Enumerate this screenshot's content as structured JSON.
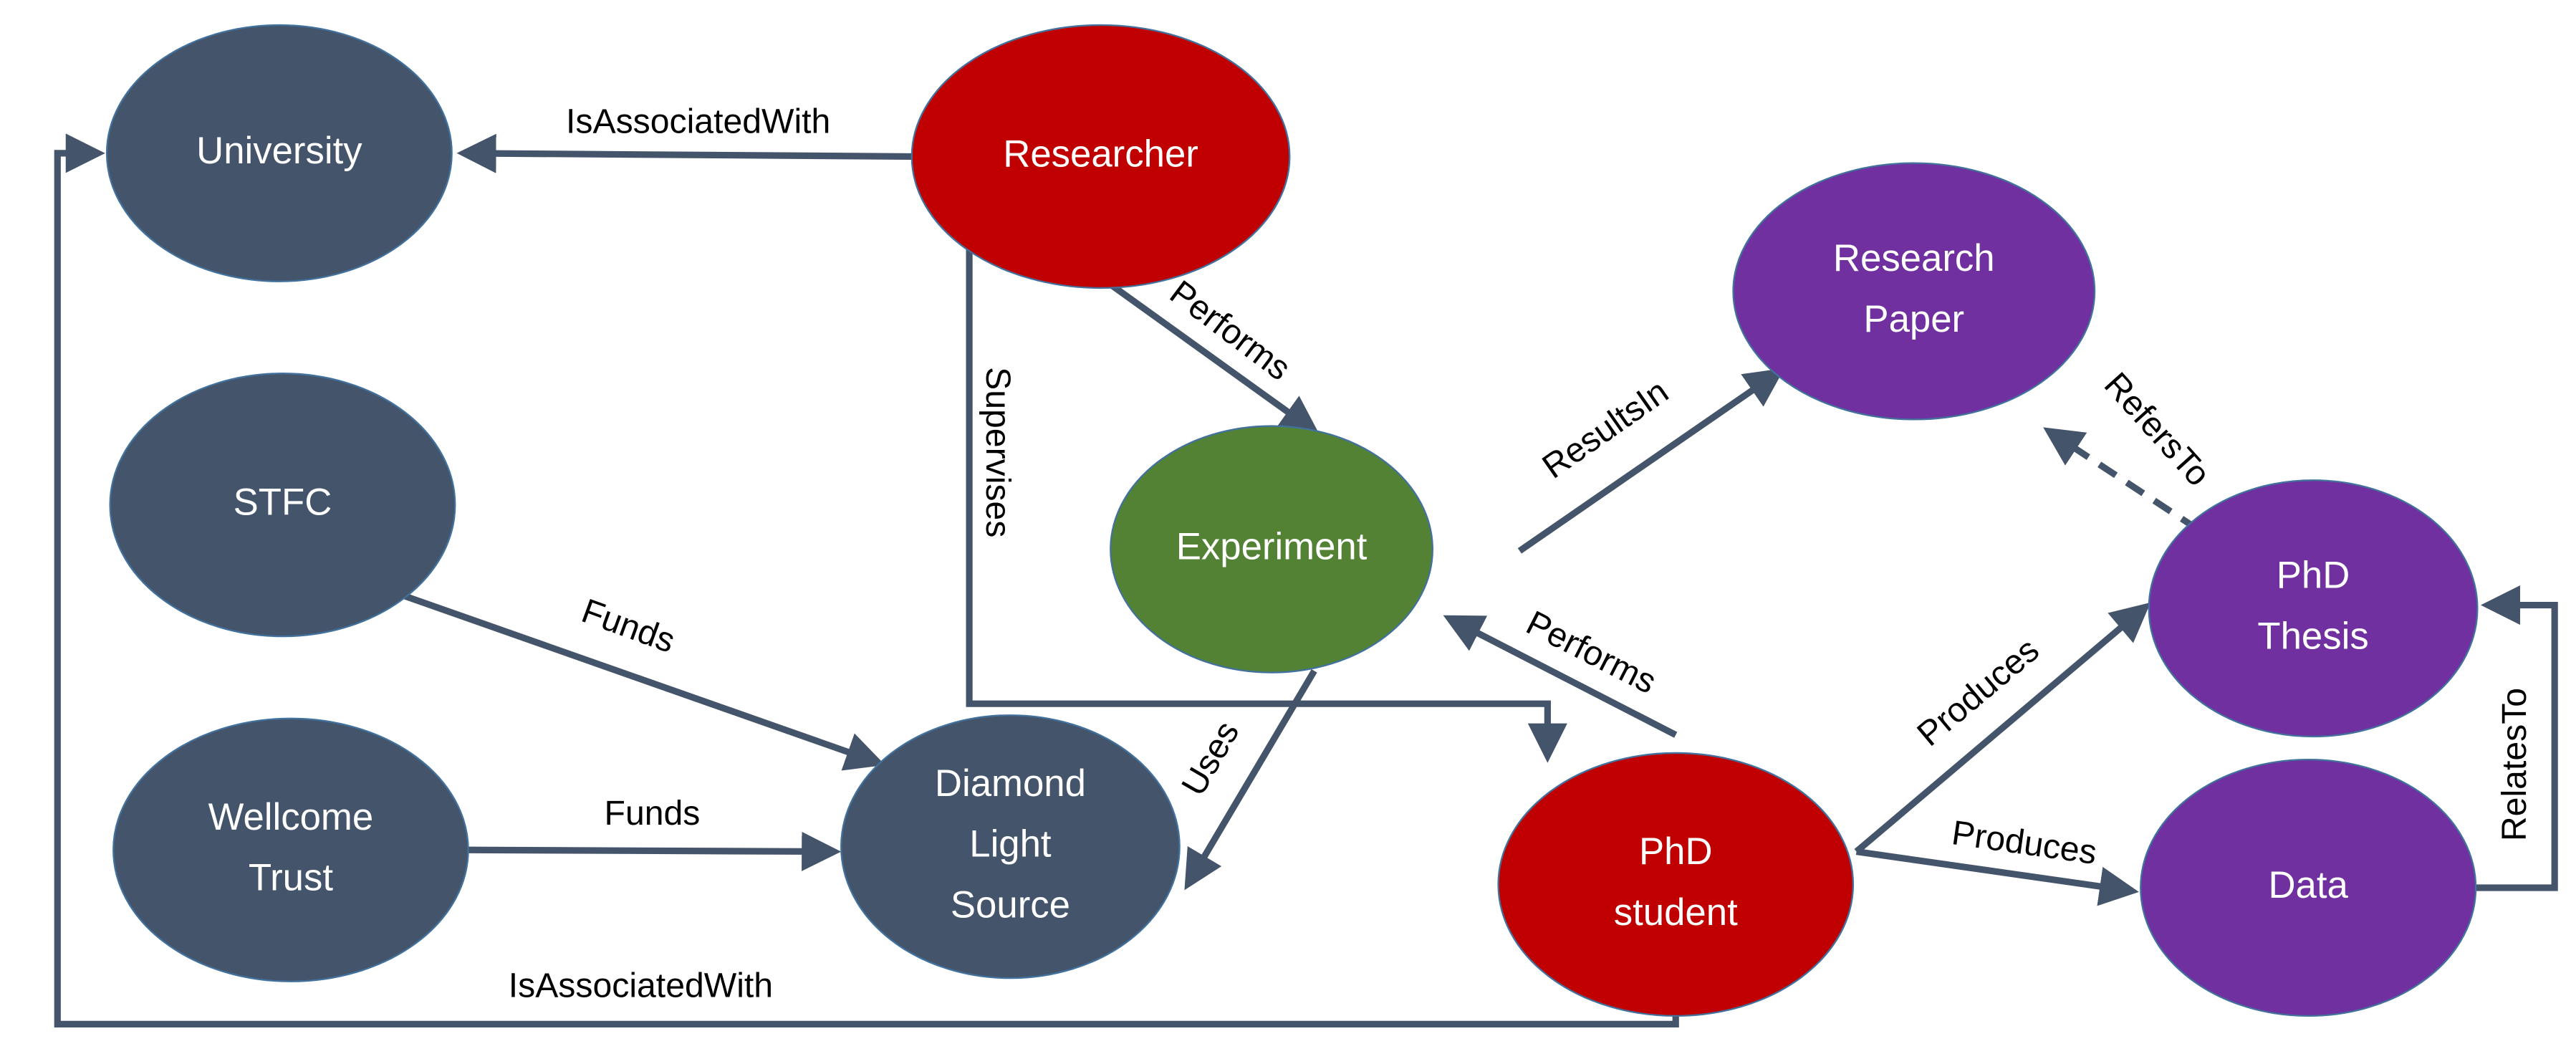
{
  "colors": {
    "org": "#44546A",
    "person": "#C00000",
    "activity": "#548235",
    "output": "#7030A0",
    "edge": "#44546A"
  },
  "nodes": {
    "university": {
      "lines": [
        "University"
      ]
    },
    "researcher": {
      "lines": [
        "Researcher"
      ]
    },
    "stfc": {
      "lines": [
        "STFC"
      ]
    },
    "wellcome": {
      "lines": [
        "Wellcome",
        "Trust"
      ]
    },
    "diamond": {
      "lines": [
        "Diamond",
        "Light",
        "Source"
      ]
    },
    "experiment": {
      "lines": [
        "Experiment"
      ]
    },
    "phd_student": {
      "lines": [
        "PhD",
        "student"
      ]
    },
    "research_paper": {
      "lines": [
        "Research",
        "Paper"
      ]
    },
    "phd_thesis": {
      "lines": [
        "PhD",
        "Thesis"
      ]
    },
    "data": {
      "lines": [
        "Data"
      ]
    }
  },
  "edges": {
    "researcher_university": "IsAssociatedWith",
    "researcher_experiment": "Performs",
    "researcher_student": "Supervises",
    "stfc_diamond": "Funds",
    "wellcome_diamond": "Funds",
    "experiment_diamond": "Uses",
    "experiment_paper": "ResultsIn",
    "student_experiment": "Performs",
    "student_thesis": "Produces",
    "student_data": "Produces",
    "thesis_paper": "RefersTo",
    "data_thesis": "RelatesTo",
    "student_university": "IsAssociatedWith"
  }
}
